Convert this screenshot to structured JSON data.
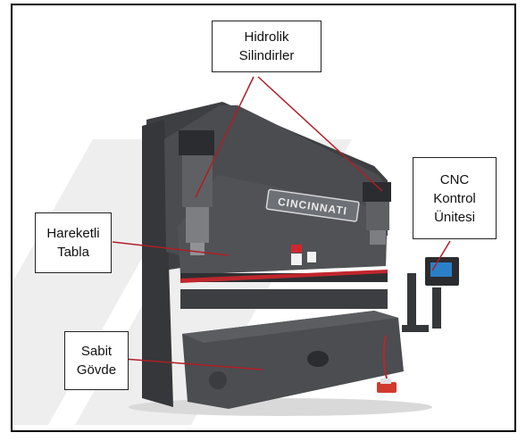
{
  "brand_plate": "CINCINNATI",
  "callouts": {
    "hydraulic_cylinders": "Hidrolik\nSilindirler",
    "cnc_unit": "CNC\nKontrol\nÜnitesi",
    "moving_table": "Hareketli\nTabla",
    "fixed_body": "Sabit\nGövde"
  },
  "colors": {
    "frame": "#000000",
    "machine_body": "#45474b",
    "machine_dark": "#2b2c2f",
    "red_stripe": "#c0262d",
    "leader_line": "#b01e24",
    "watermark": "#eeeeee"
  }
}
